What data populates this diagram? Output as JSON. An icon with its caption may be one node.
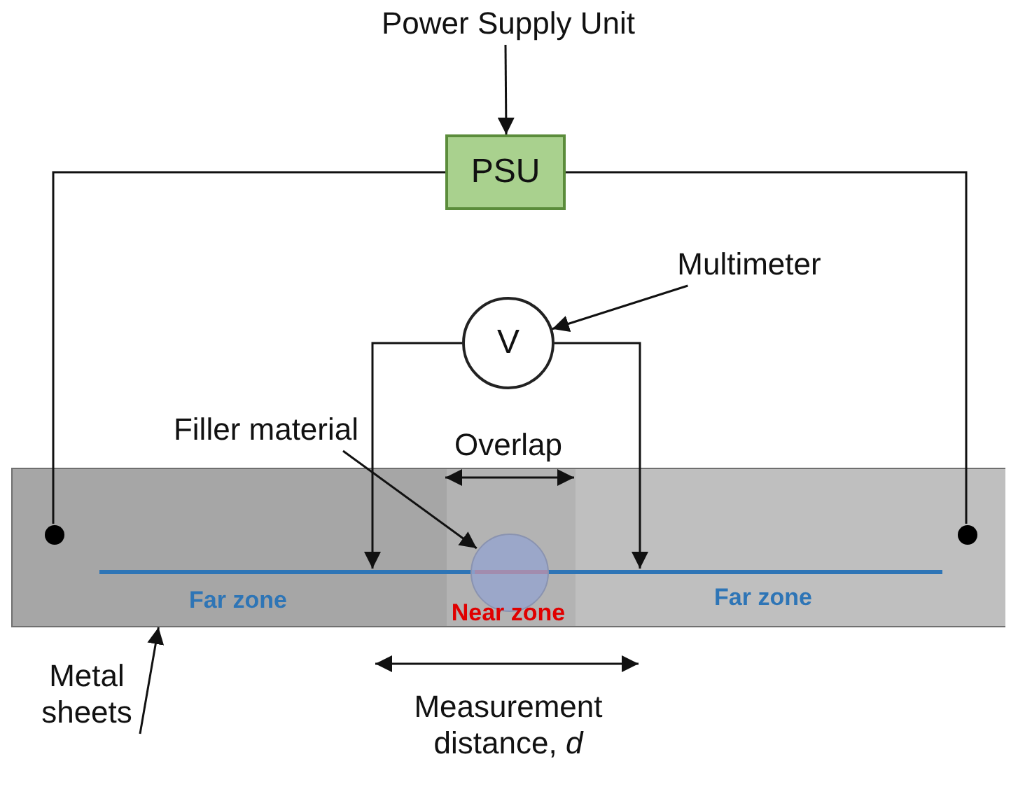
{
  "diagram": {
    "nodes": [
      {
        "text": [
          "Power Supply Unit"
        ]
      },
      {
        "text": [
          "PSU"
        ]
      },
      {
        "text": [
          "Multimeter"
        ]
      },
      {
        "text": [
          "V"
        ]
      },
      {
        "text": [
          "Filler material"
        ]
      },
      {
        "text": [
          "Metal sheets"
        ]
      },
      {
        "text": [],
        "shape": "bar"
      },
      {
        "text": [],
        "shape": "circle",
        "in": 6
      },
      {
        "text": [],
        "shape": "bar",
        "in": 6
      },
      {
        "text": [],
        "shape": "circle",
        "in": 6
      },
      {
        "text": [],
        "shape": "circle",
        "in": 6
      }
    ],
    "edges": [
      {
        "from": 0,
        "to": 1,
        "arrow": "to"
      },
      {
        "from": 1,
        "to": 7,
        "arrow": "none"
      },
      {
        "from": 1,
        "to": 10,
        "arrow": "none"
      },
      {
        "from": 2,
        "to": 3,
        "arrow": "to"
      },
      {
        "from": 3,
        "to": 8,
        "arrow": "to"
      },
      {
        "from": 3,
        "to": 8,
        "arrow": "to"
      },
      {
        "from": 4,
        "to": 9,
        "arrow": "to"
      },
      {
        "from": 5,
        "to": 6,
        "arrow": "to"
      }
    ],
    "labels": [
      "Overlap",
      "Far zone",
      "Near zone",
      "Far zone",
      "Measurement distance, *d*"
    ]
  }
}
